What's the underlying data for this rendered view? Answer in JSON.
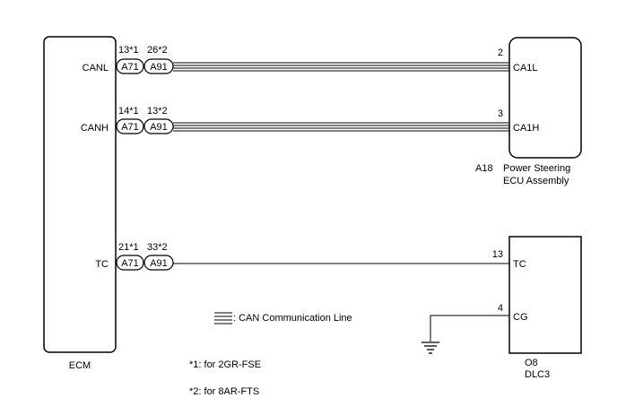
{
  "ecm": {
    "label": "ECM",
    "pins": {
      "canl": "CANL",
      "canh": "CANH",
      "tc": "TC"
    }
  },
  "connectors": {
    "canl": {
      "a71_pin": "13*1",
      "a91_pin": "26*2",
      "a71": "A71",
      "a91": "A91"
    },
    "canh": {
      "a71_pin": "14*1",
      "a91_pin": "13*2",
      "a71": "A71",
      "a91": "A91"
    },
    "tc": {
      "a71_pin": "21*1",
      "a91_pin": "33*2",
      "a71": "A71",
      "a91": "A91"
    }
  },
  "power_steering": {
    "connector": "A18",
    "name_line1": "Power Steering",
    "name_line2": "ECU Assembly",
    "pins": [
      {
        "number": "2",
        "name": "CA1L"
      },
      {
        "number": "3",
        "name": "CA1H"
      }
    ]
  },
  "dlc3": {
    "connector": "O8",
    "name": "DLC3",
    "pins": [
      {
        "number": "13",
        "name": "TC"
      },
      {
        "number": "4",
        "name": "CG"
      }
    ]
  },
  "legend": {
    "can_line": ": CAN Communication Line"
  },
  "notes": [
    "*1: for 2GR-FSE",
    "*2: for 8AR-FTS"
  ]
}
